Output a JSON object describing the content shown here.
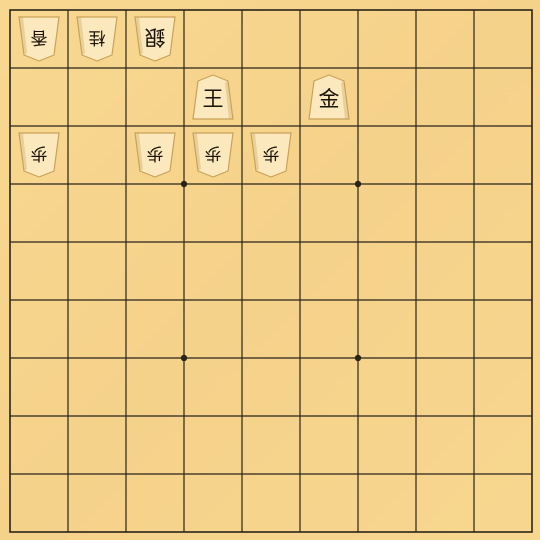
{
  "board": {
    "files": 9,
    "ranks": 9,
    "colors": {
      "wood": "#f6d58d",
      "line": "#2a2418",
      "piece_face": "#fbe9bd",
      "piece_edge": "#c9a25a",
      "ink": "#1a1208"
    }
  },
  "pieces": [
    {
      "name": "lance",
      "glyph": "香",
      "owner": "gote",
      "col": 1,
      "row": 1,
      "size": "small"
    },
    {
      "name": "knight",
      "glyph": "桂",
      "owner": "gote",
      "col": 2,
      "row": 1,
      "size": "small"
    },
    {
      "name": "silver",
      "glyph": "銀",
      "owner": "gote",
      "col": 3,
      "row": 1,
      "size": "normal"
    },
    {
      "name": "king",
      "glyph": "王",
      "owner": "sente",
      "col": 4,
      "row": 2,
      "size": "normal"
    },
    {
      "name": "gold",
      "glyph": "金",
      "owner": "sente",
      "col": 6,
      "row": 2,
      "size": "normal"
    },
    {
      "name": "pawn",
      "glyph": "歩",
      "owner": "gote",
      "col": 1,
      "row": 3,
      "size": "small"
    },
    {
      "name": "pawn",
      "glyph": "歩",
      "owner": "gote",
      "col": 3,
      "row": 3,
      "size": "small"
    },
    {
      "name": "pawn",
      "glyph": "歩",
      "owner": "gote",
      "col": 4,
      "row": 3,
      "size": "small"
    },
    {
      "name": "pawn",
      "glyph": "歩",
      "owner": "gote",
      "col": 5,
      "row": 3,
      "size": "small"
    }
  ]
}
